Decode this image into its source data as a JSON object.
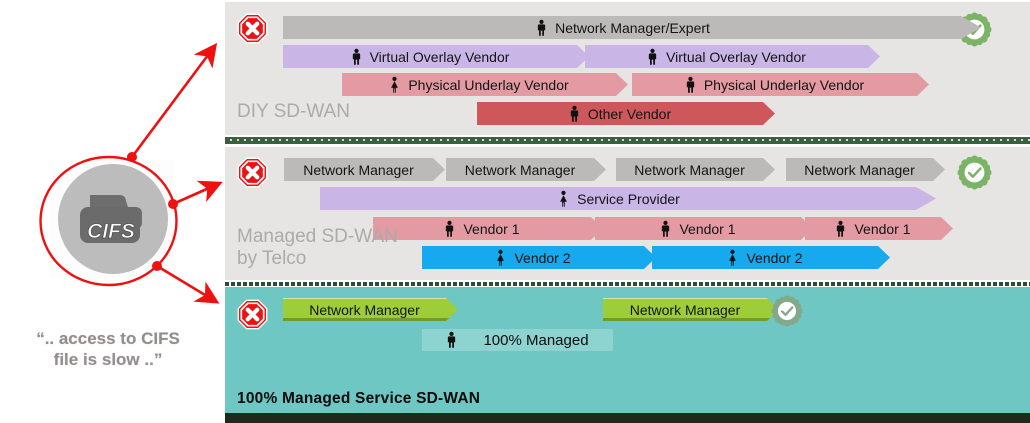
{
  "quote": {
    "line1": "“.. access to CIFS",
    "line2": "file is slow ..”"
  },
  "cifs": {
    "label": "CIFS"
  },
  "panel1": {
    "label": "DIY SD-WAN",
    "row1": {
      "a1": "Network Manager/Expert"
    },
    "row2": {
      "a1": "Virtual Overlay Vendor",
      "a2": "Virtual Overlay Vendor"
    },
    "row3": {
      "a1": "Physical Underlay Vendor",
      "a2": "Physical Underlay Vendor"
    },
    "row4": {
      "a1": "Other Vendor"
    }
  },
  "panel2": {
    "label_line1": "Managed SD-WAN",
    "label_line2": "by Telco",
    "row1": {
      "a1": "Network Manager",
      "a2": "Network Manager",
      "a3": "Network Manager",
      "a4": "Network Manager"
    },
    "row2": {
      "a1": "Service Provider"
    },
    "row3": {
      "a1": "Vendor 1",
      "a2": "Vendor 1",
      "a3": "Vendor 1"
    },
    "row4": {
      "a1": "Vendor 2",
      "a2": "Vendor 2"
    }
  },
  "panel3": {
    "row1": {
      "a1": "Network Manager",
      "a2": "Network Manager"
    },
    "managed_note": "100% Managed",
    "title": "100% Managed Service SD-WAN"
  },
  "colors": {
    "panel_bg": "#e6e5e3",
    "teal_bg": "#6ec7c3",
    "gray_arrow": "#bbbab8",
    "purple_arrow": "#c9b6e6",
    "pink_arrow": "#e49aa2",
    "dark_red_arrow": "#ce575b",
    "blue_arrow": "#16a9ed",
    "green_arrow": "#9ecd3a",
    "divider_green": "#3c5f42",
    "prohibited_red": "#ee1111",
    "badge_green": "#7cb467"
  }
}
